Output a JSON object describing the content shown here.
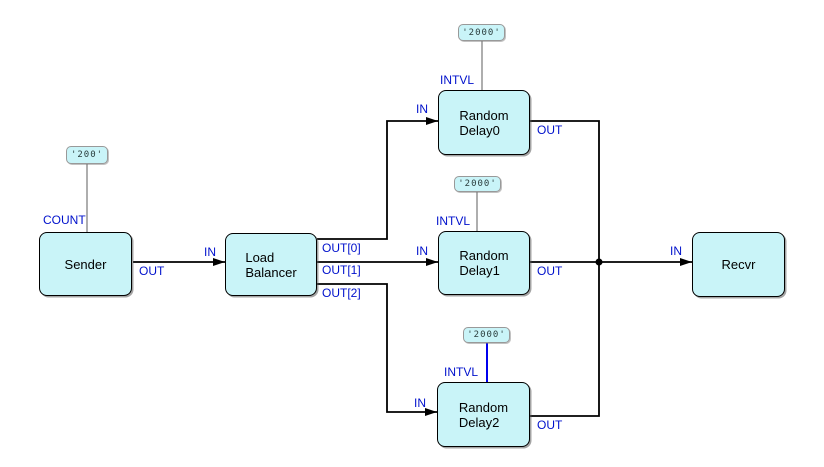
{
  "colors": {
    "background": "#ffffff",
    "block_fill": "#c9f4f8",
    "block_border": "#000000",
    "wire": "#000000",
    "param_wire": "#9a9a9a",
    "param_wire_highlight": "#0000ee",
    "badge_border": "#999999",
    "port_label": "#0011cc"
  },
  "blocks": {
    "sender": {
      "line1": "Sender"
    },
    "load_balancer": {
      "line1": "Load",
      "line2": "Balancer"
    },
    "random_delay0": {
      "line1": "Random",
      "line2": "Delay0"
    },
    "random_delay1": {
      "line1": "Random",
      "line2": "Delay1"
    },
    "random_delay2": {
      "line1": "Random",
      "line2": "Delay2"
    },
    "recvr": {
      "line1": "Recvr"
    }
  },
  "ports": {
    "sender_out": "OUT",
    "load_balancer_in": "IN",
    "load_balancer_out0": "OUT[0]",
    "load_balancer_out1": "OUT[1]",
    "load_balancer_out2": "OUT[2]",
    "random_delay0_in": "IN",
    "random_delay0_out": "OUT",
    "random_delay1_in": "IN",
    "random_delay1_out": "OUT",
    "random_delay2_in": "IN",
    "random_delay2_out": "OUT",
    "recvr_in": "IN"
  },
  "params": {
    "sender_count": {
      "label": "COUNT",
      "value": "'200'"
    },
    "random_delay0_intvl": {
      "label": "INTVL",
      "value": "'2000'"
    },
    "random_delay1_intvl": {
      "label": "INTVL",
      "value": "'2000'"
    },
    "random_delay2_intvl": {
      "label": "INTVL",
      "value": "'2000'"
    }
  },
  "connections": [
    {
      "from": "Sender.OUT",
      "to": "Load Balancer.IN"
    },
    {
      "from": "Load Balancer.OUT[0]",
      "to": "Random Delay0.IN"
    },
    {
      "from": "Load Balancer.OUT[1]",
      "to": "Random Delay1.IN"
    },
    {
      "from": "Load Balancer.OUT[2]",
      "to": "Random Delay2.IN"
    },
    {
      "from": "Random Delay0.OUT",
      "to": "Recvr.IN"
    },
    {
      "from": "Random Delay1.OUT",
      "to": "Recvr.IN"
    },
    {
      "from": "Random Delay2.OUT",
      "to": "Recvr.IN"
    }
  ]
}
